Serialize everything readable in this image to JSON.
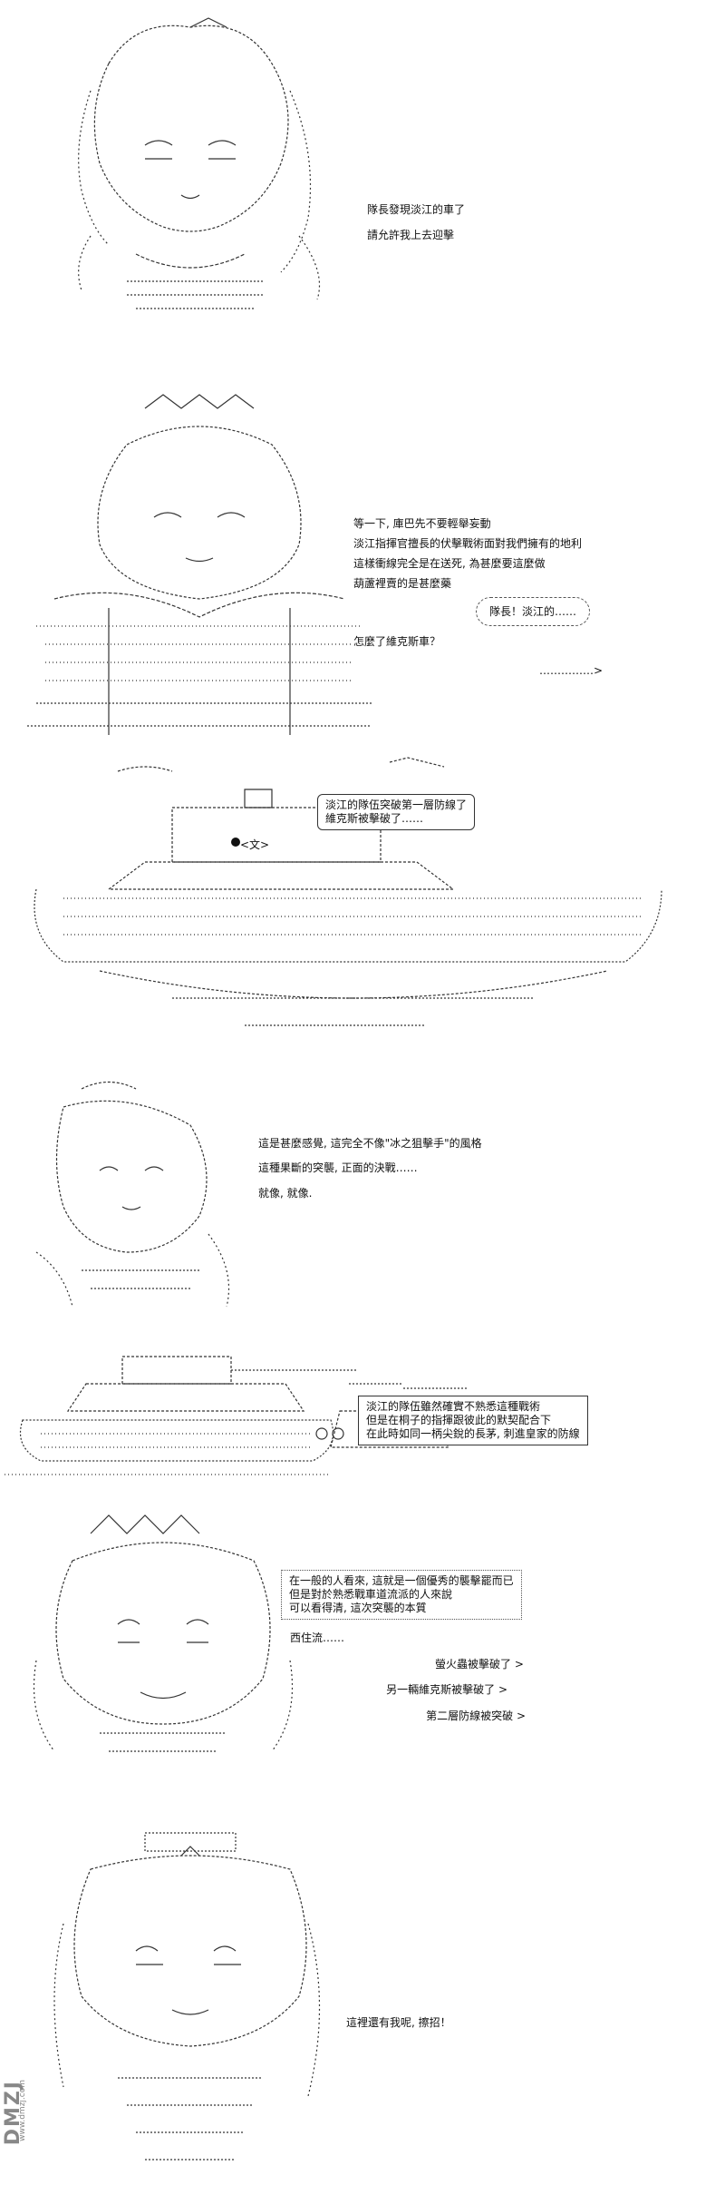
{
  "panel1": {
    "lines": [
      "隊長發現淡江的車了",
      "請允許我上去迎擊"
    ]
  },
  "panel2": {
    "lines": [
      "等一下, 庫巴先不要輕舉妄動",
      "淡江指揮官擅長的伏擊戰術面對我們擁有的地利",
      "這樣衝線完全是在送死, 為甚麼要這麼做",
      "葫蘆裡賣的是甚麼藥"
    ],
    "shout": "隊長！淡江的……",
    "question": "怎麼了維克斯車？",
    "trail": "……………>"
  },
  "panel3": {
    "bubble": [
      "淡江的隊伍突破第一層防線了",
      "維克斯被擊破了……"
    ],
    "tank_mark": "<文>"
  },
  "panel4": {
    "lines": [
      "這是甚麼感覺, 這完全不像\"冰之狙擊手\"的風格",
      "這種果斷的突襲, 正面的決戰……",
      "就像, 就像."
    ]
  },
  "panel5": {
    "box": [
      "淡江的隊伍雖然確實不熟悉這種戰術",
      "但是在桐子的指揮跟彼此的默契配合下",
      "在此時如同一柄尖銳的長茅, 刺進皇家的防線"
    ]
  },
  "panel6": {
    "box": [
      "在一般的人看來, 這就是一個優秀的襲擊罷而已",
      "但是對於熟悉戰車道流派的人來說",
      "可以看得清, 這次突襲的本質"
    ],
    "name": "西住流……",
    "reports": [
      "螢火蟲被擊破了 >",
      "另一輛維克斯被擊破了 >",
      "第二層防線被突破 >"
    ]
  },
  "panel7": {
    "line": "這裡還有我呢, 擦招！"
  },
  "watermark": {
    "logo": "DMZJ",
    "url": "www.dmzj.com"
  }
}
